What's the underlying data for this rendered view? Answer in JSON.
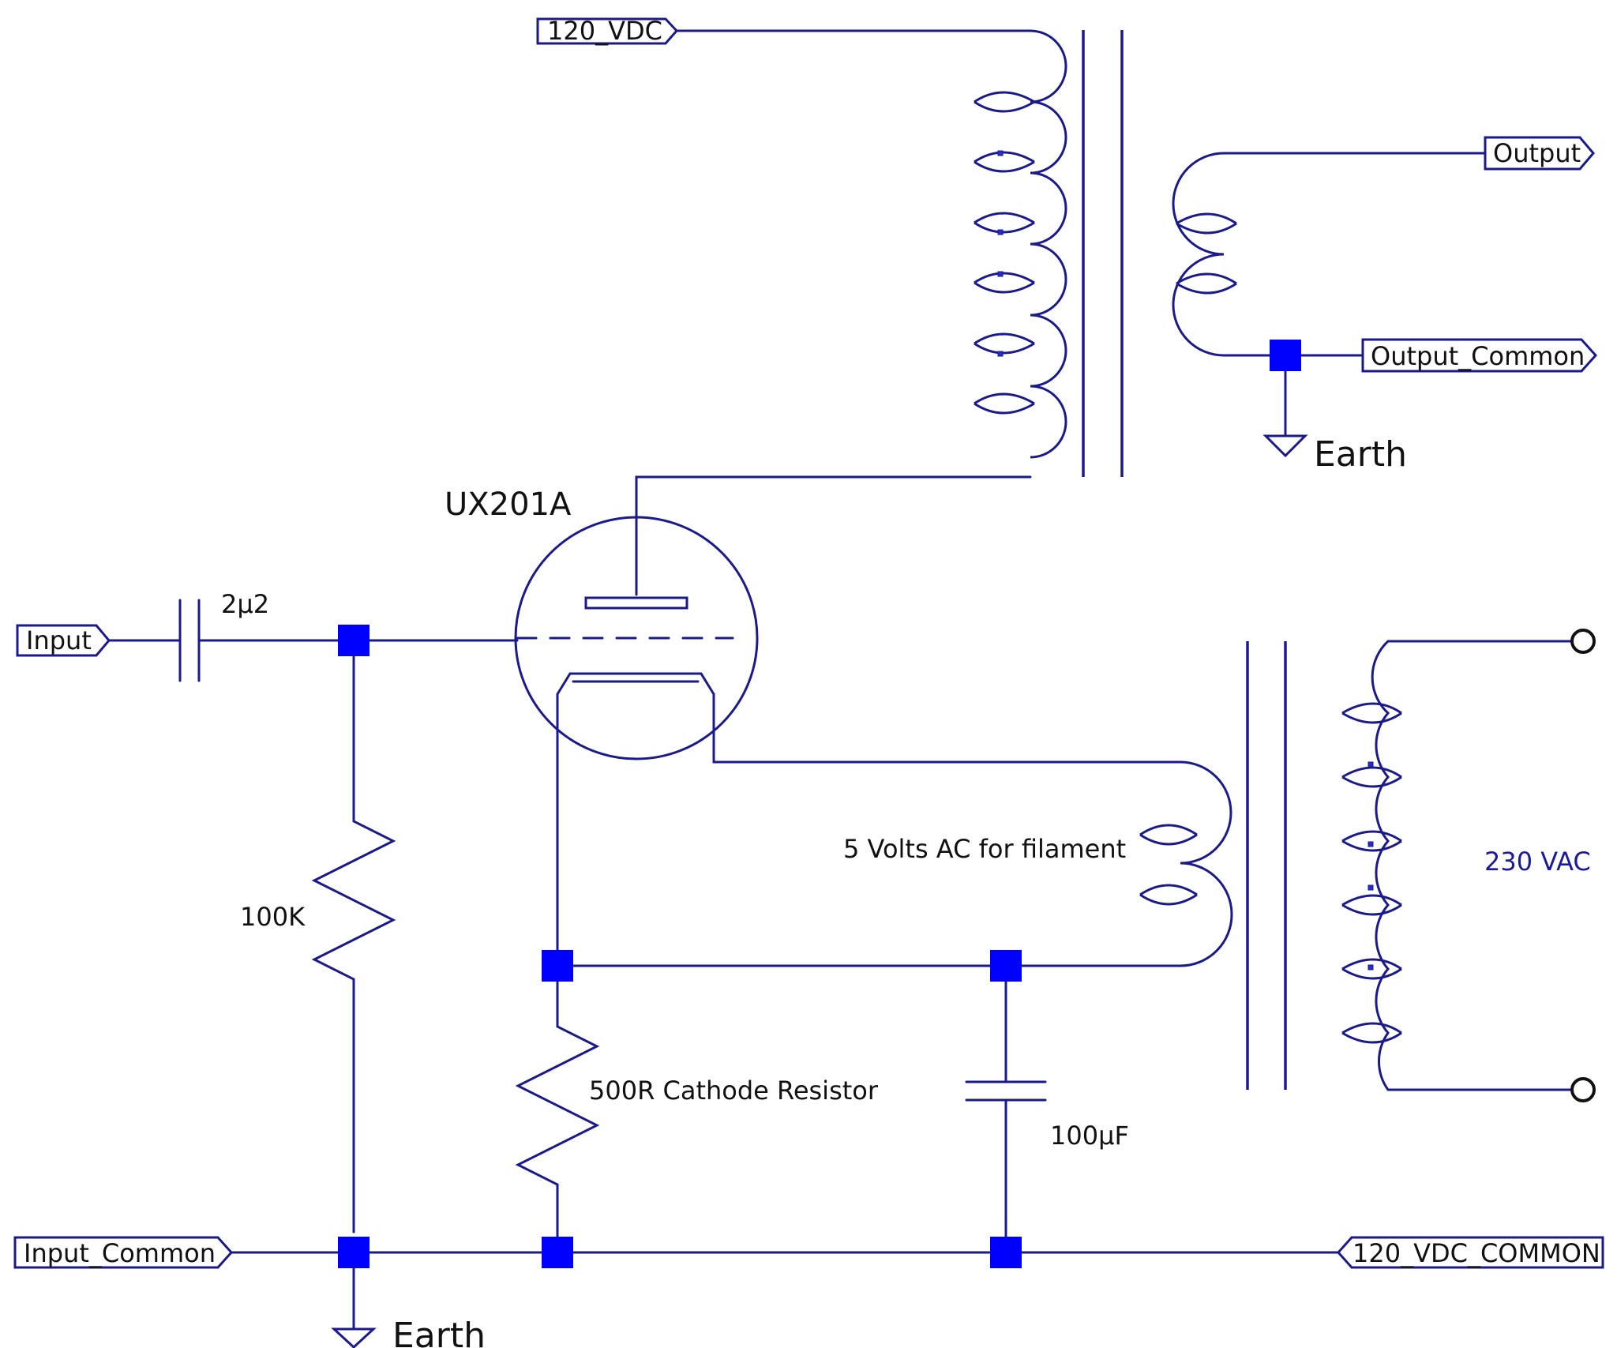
{
  "ports": {
    "vdc_120": "120_VDC",
    "output": "Output",
    "output_common": "Output_Common",
    "input": "Input",
    "input_common": "Input_Common",
    "vdc_120_common": "120_VDC_COMMON"
  },
  "components": {
    "tube": "UX201A",
    "coupling_capacitor": "2µ2",
    "grid_resistor": "100K",
    "cathode_resistor": "500R Cathode Resistor",
    "bypass_capacitor": "100µF",
    "filament_winding": "5 Volts AC for filament",
    "mains_winding": "230 VAC"
  },
  "grounds": {
    "output_earth": "Earth",
    "input_earth": "Earth"
  },
  "colors": {
    "wire": "#1a1a8c",
    "junction": "#0000ff",
    "accent_text": "#1a1a9c"
  }
}
